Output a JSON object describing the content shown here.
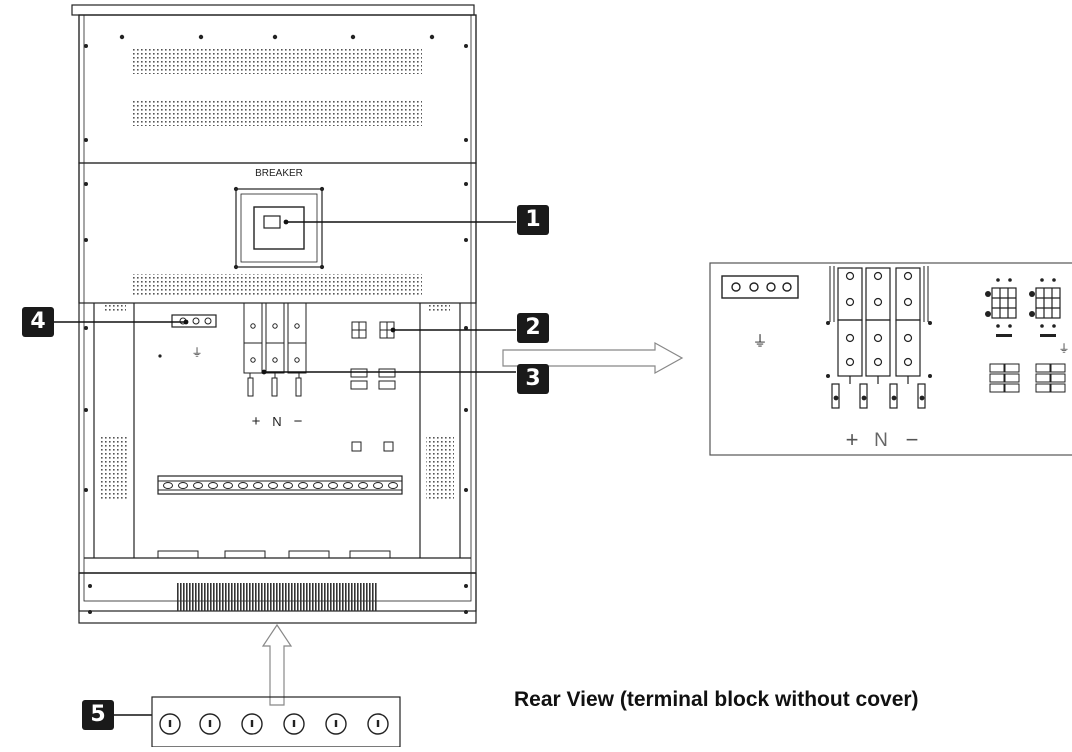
{
  "labels": {
    "breaker": "BREAKER",
    "plus": "+",
    "neutral": "N",
    "minus": "−",
    "ground_symbol": "⏚"
  },
  "callouts": [
    {
      "number": "1"
    },
    {
      "number": "2"
    },
    {
      "number": "3"
    },
    {
      "number": "4"
    },
    {
      "number": "5"
    }
  ],
  "caption": "Rear View (terminal block without cover)"
}
